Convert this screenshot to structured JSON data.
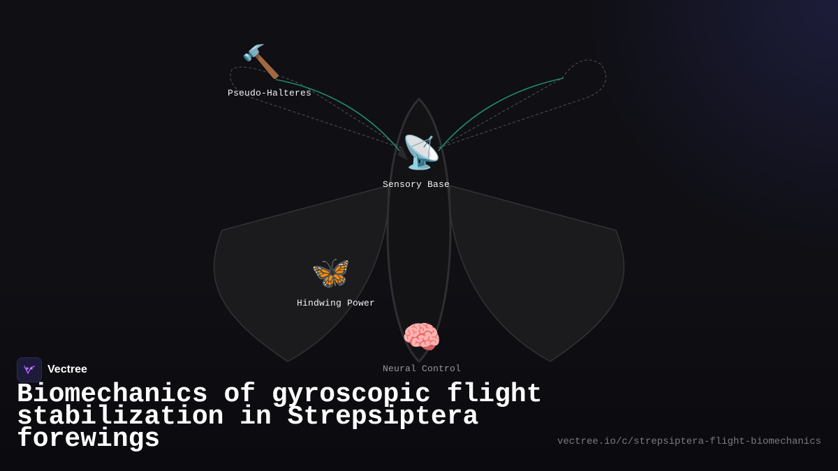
{
  "brand": {
    "name": "Vectree",
    "accent": "#a855f7"
  },
  "title": "Biomechanics of gyroscopic flight stabilization in Strepsiptera forewings",
  "url": "vectree.io/c/strepsiptera-flight-biomechanics",
  "colors": {
    "background": "#0f0f14",
    "wing_fill": "#1b1b1e",
    "outline": "#333336",
    "flow_line": "#1f8a6e",
    "dashed_path": "#555558"
  },
  "nodes": [
    {
      "id": "pseudo-halteres",
      "label": "Pseudo-Halteres",
      "icon": "hammer-icon",
      "glyph": "🔨"
    },
    {
      "id": "sensory-base",
      "label": "Sensory Base",
      "icon": "satellite-dish-icon",
      "glyph": "📡"
    },
    {
      "id": "hindwing-power",
      "label": "Hindwing Power",
      "icon": "butterfly-icon",
      "glyph": "🦋"
    },
    {
      "id": "neural-control",
      "label": "Neural Control",
      "icon": "brain-icon",
      "glyph": "🧠"
    }
  ]
}
